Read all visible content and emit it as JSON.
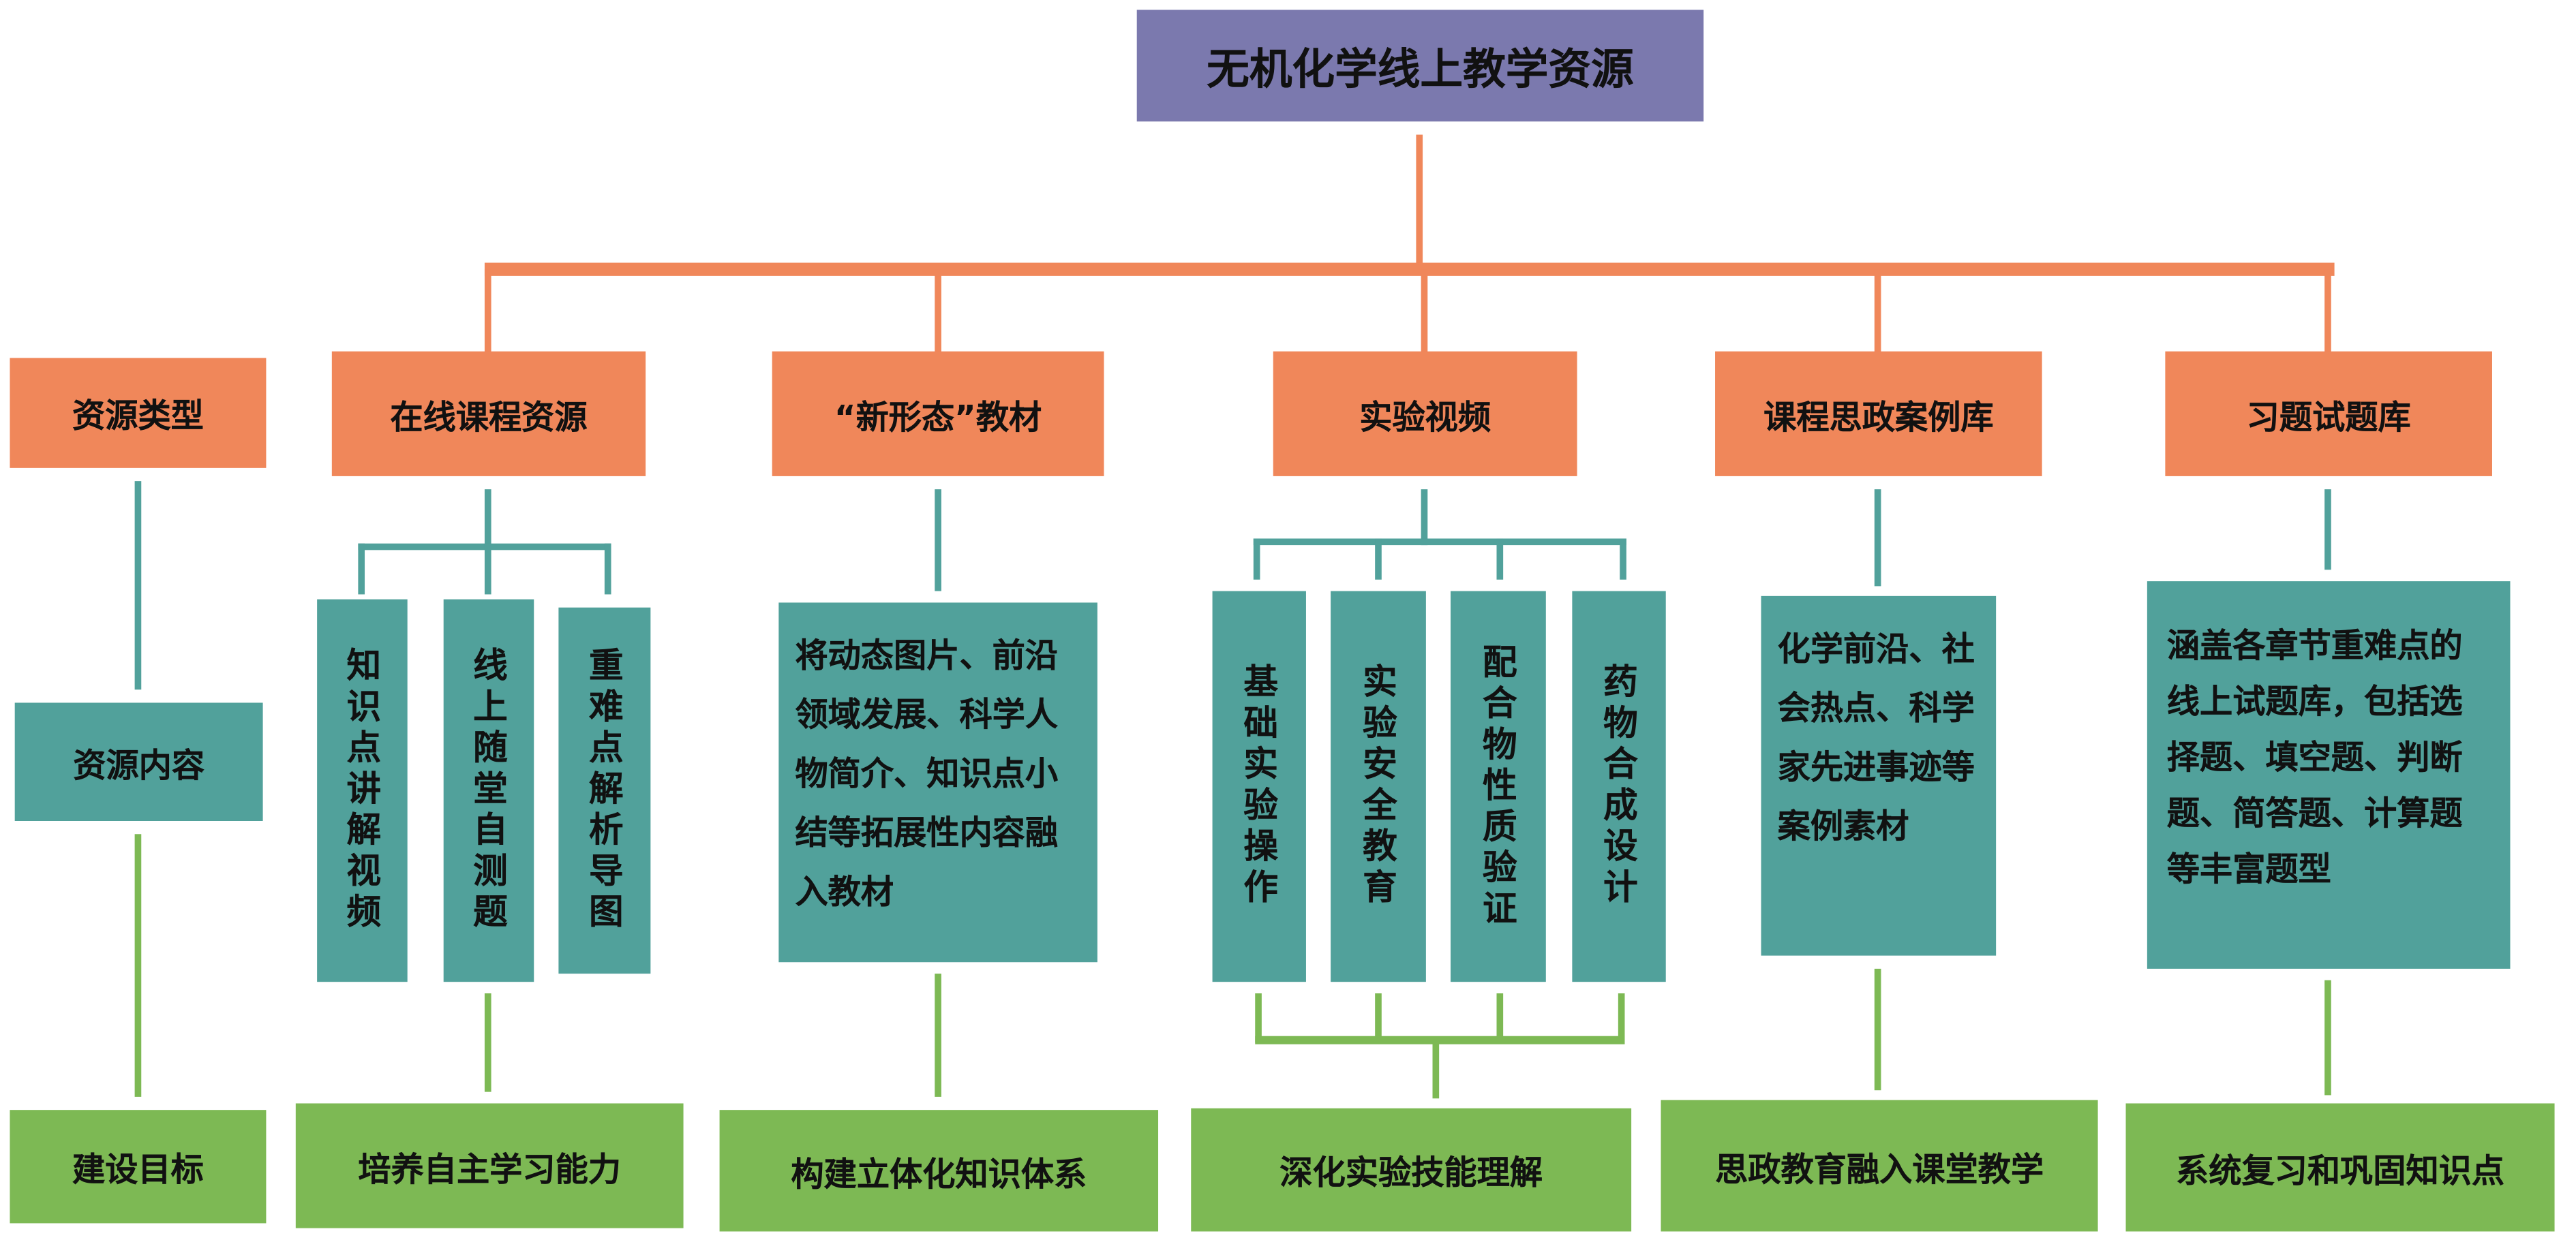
{
  "title": "无机化学线上教学资源",
  "rows": {
    "type": "资源类型",
    "content": "资源内容",
    "goal": "建设目标"
  },
  "columns": [
    {
      "type": "在线课程资源",
      "content_items": [
        "知识点讲解视频",
        "线上随堂自测题",
        "重难点解析导图"
      ],
      "goal": "培养自主学习能力"
    },
    {
      "type": "“新形态”教材",
      "content": "将动态图片、前沿领域发展、科学人物简介、知识点小结等拓展性内容融入教材",
      "goal": "构建立体化知识体系"
    },
    {
      "type": "实验视频",
      "content_items": [
        "基础实验操作",
        "实验安全教育",
        "配合物性质验证",
        "药物合成设计"
      ],
      "goal": "深化实验技能理解"
    },
    {
      "type": "课程思政案例库",
      "content": "化学前沿、社会热点、科学家先进事迹等案例素材",
      "goal": "思政教育融入课堂教学"
    },
    {
      "type": "习题试题库",
      "content": "涵盖各章节重难点的线上试题库，包括选择题、填空题、判断题、简答题、计算题等丰富题型",
      "goal": "系统复习和巩固知识点"
    }
  ],
  "colors": {
    "root": "#7B79AE",
    "type": "#F0875A",
    "content": "#51A19B",
    "goal": "#7DB954"
  }
}
